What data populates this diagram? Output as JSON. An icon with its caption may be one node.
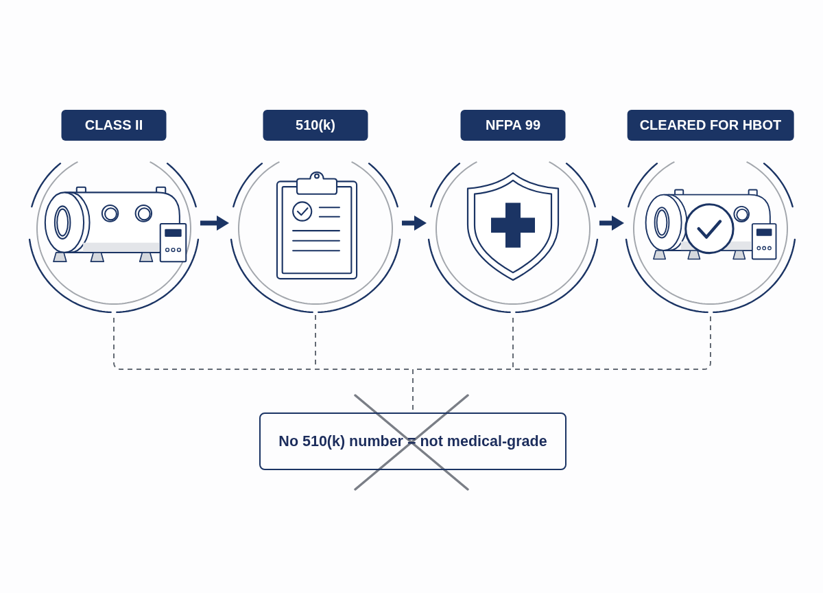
{
  "diagram": {
    "nodes": [
      {
        "text": [
          "CLASS II"
        ]
      },
      {
        "text": [
          "510(k)"
        ]
      },
      {
        "text": [
          "NFPA 99"
        ]
      },
      {
        "text": [
          "CLEARED FOR HBOT"
        ]
      },
      {
        "text": [
          "No 510(k) number = not medical-grade"
        ]
      }
    ],
    "edges": [
      {
        "from": 0,
        "to": 1,
        "arrow": "to",
        "color": "#1b3464"
      },
      {
        "from": 1,
        "to": 2,
        "arrow": "to",
        "color": "#1b3464"
      },
      {
        "from": 2,
        "to": 3,
        "arrow": "to",
        "color": "#1b3464"
      },
      {
        "from": 0,
        "to": 4,
        "arrow": "none",
        "style": "dashed"
      },
      {
        "from": 1,
        "to": 4,
        "arrow": "none",
        "style": "dashed"
      },
      {
        "from": 2,
        "to": 4,
        "arrow": "none",
        "style": "dashed"
      },
      {
        "from": 3,
        "to": 4,
        "arrow": "none",
        "style": "dashed"
      }
    ]
  }
}
